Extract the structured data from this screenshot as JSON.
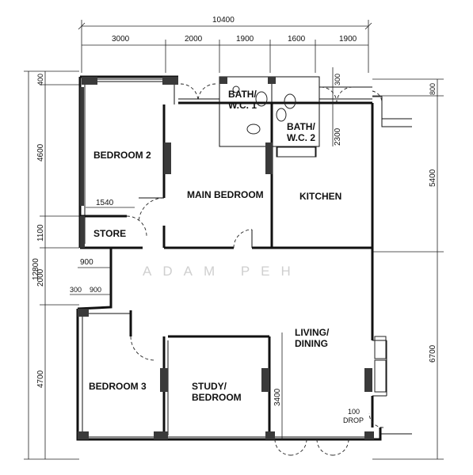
{
  "dimensions": {
    "top_total": "10400",
    "top_segments": [
      "3000",
      "2000",
      "1900",
      "1600",
      "1900"
    ],
    "left_total": "12800",
    "left_segments": [
      "400",
      "4600",
      "1100",
      "2000",
      "4700"
    ],
    "right_segments": [
      "800",
      "5400",
      "6700"
    ],
    "inner": {
      "bath_300": "300",
      "bath_2300": "2300",
      "store_1540": "1540",
      "store_900": "900",
      "b3_300": "300",
      "b3_900": "900",
      "living_3400": "3400",
      "drop_100": "100"
    }
  },
  "rooms": {
    "bedroom2": "BEDROOM 2",
    "main_bedroom": "MAIN BEDROOM",
    "bath1_line1": "BATH/",
    "bath1_line2": "W.C. 1",
    "bath2_line1": "BATH/",
    "bath2_line2": "W.C. 2",
    "kitchen": "KITCHEN",
    "store": "STORE",
    "living_line1": "LIVING/",
    "living_line2": "DINING",
    "bedroom3": "BEDROOM 3",
    "study_line1": "STUDY/",
    "study_line2": "BEDROOM",
    "drop": "DROP"
  },
  "watermark": "ADAM PEH"
}
